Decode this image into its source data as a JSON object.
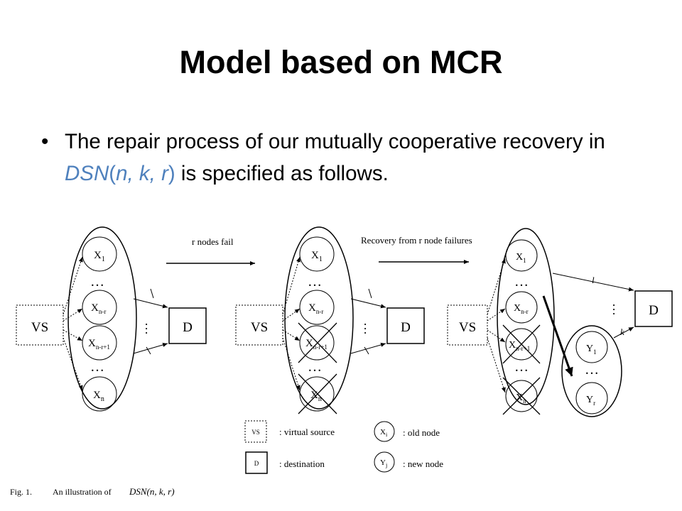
{
  "slide": {
    "title": "Model based on MCR",
    "bullet": {
      "pre": "The repair process of our mutually cooperative recovery in ",
      "dsn": "DSN",
      "open": "(",
      "n": "n, k, r",
      "close": ")",
      "post": " is specified as follows."
    }
  },
  "diagram": {
    "arrow1_label": "r nodes fail",
    "arrow2_label": "Recovery from r node failures",
    "vs": "VS",
    "d": "D",
    "dots": "…",
    "edge_l": "l",
    "edge_k": "k",
    "nodes": {
      "x1": "X",
      "x1_sub": "1",
      "xnr": "X",
      "xnr_sub": "n-r",
      "xnr1": "X",
      "xnr1_sub": "n-r+1",
      "xn": "X",
      "xn_sub": "n",
      "y1": "Y",
      "y1_sub": "1",
      "yr": "Y",
      "yr_sub": "r"
    },
    "legend": {
      "vs_box": "VS",
      "vs_desc": ":  virtual source",
      "d_box": "D",
      "d_desc": ":  destination",
      "xi": "X",
      "xi_sub": "i",
      "xi_desc": ":  old node",
      "yj": "Y",
      "yj_sub": "j",
      "yj_desc": ":  new node"
    },
    "caption_fig": "Fig. 1.",
    "caption_text": "An illustration of",
    "caption_math": "DSN(n, k, r)"
  }
}
